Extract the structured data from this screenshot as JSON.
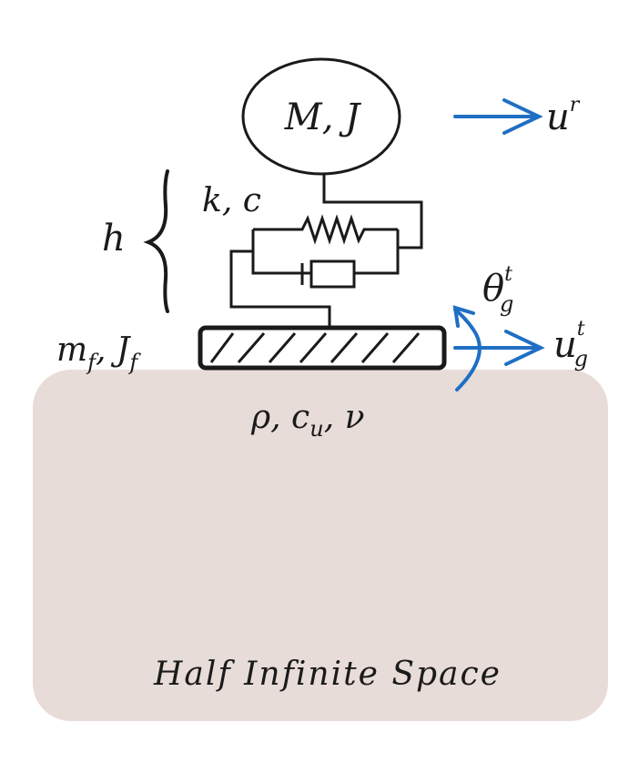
{
  "mass_label": "M, J",
  "stiffness_label": "k, c",
  "height_label": "h",
  "foundation_label": {
    "base": "m",
    "sub1": "f",
    "sep": ", J",
    "sub2": "f"
  },
  "soil_label": {
    "rho": "ρ, c",
    "sub": "u",
    "nu": ", ν"
  },
  "rocking_label": {
    "base": "θ",
    "sup": "t",
    "sub": "g"
  },
  "ground_disp_label": {
    "base": "u",
    "sup": "t",
    "sub": "g"
  },
  "relative_disp_label": {
    "base": "u",
    "sup": "r"
  },
  "half_space_label": "Half Infinite Space",
  "colors": {
    "soil": "#e8dcd8",
    "arrows": "#1f6fc4",
    "lines": "#1a1a1a"
  }
}
